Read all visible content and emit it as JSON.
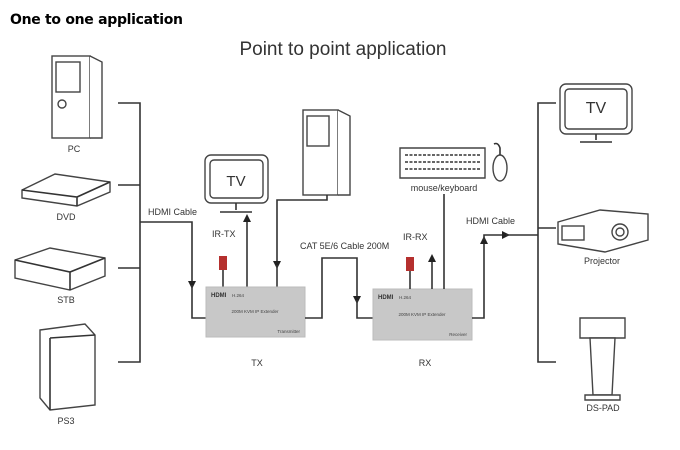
{
  "heading": "One to one application",
  "diagram": {
    "title": "Point to point application",
    "sources": [
      "PC",
      "DVD",
      "STB",
      "PS3"
    ],
    "hdmi_cable_left": "HDMI Cable",
    "hdmi_cable_right": "HDMI Cable",
    "cat_cable": "CAT 5E/6 Cable 200M",
    "ir_tx": "IR-TX",
    "ir_rx": "IR-RX",
    "tv_left": "TV",
    "mouse_keyboard": "mouse/keyboard",
    "transmitter": {
      "logo": "HDMI",
      "codec": "H.264",
      "model": "200M KVM IP Extender",
      "role": "Transmitter",
      "label": "TX"
    },
    "receiver": {
      "logo": "HDMI",
      "codec": "H.264",
      "model": "200M KVM IP Extender",
      "role": "Receiver",
      "label": "RX"
    },
    "outputs": {
      "tv": "TV",
      "projector": "Projector",
      "ds_pad": "DS-PAD"
    },
    "colors": {
      "ir_sensor": "#b5302e",
      "extender_box": "#c8c8c8"
    }
  }
}
